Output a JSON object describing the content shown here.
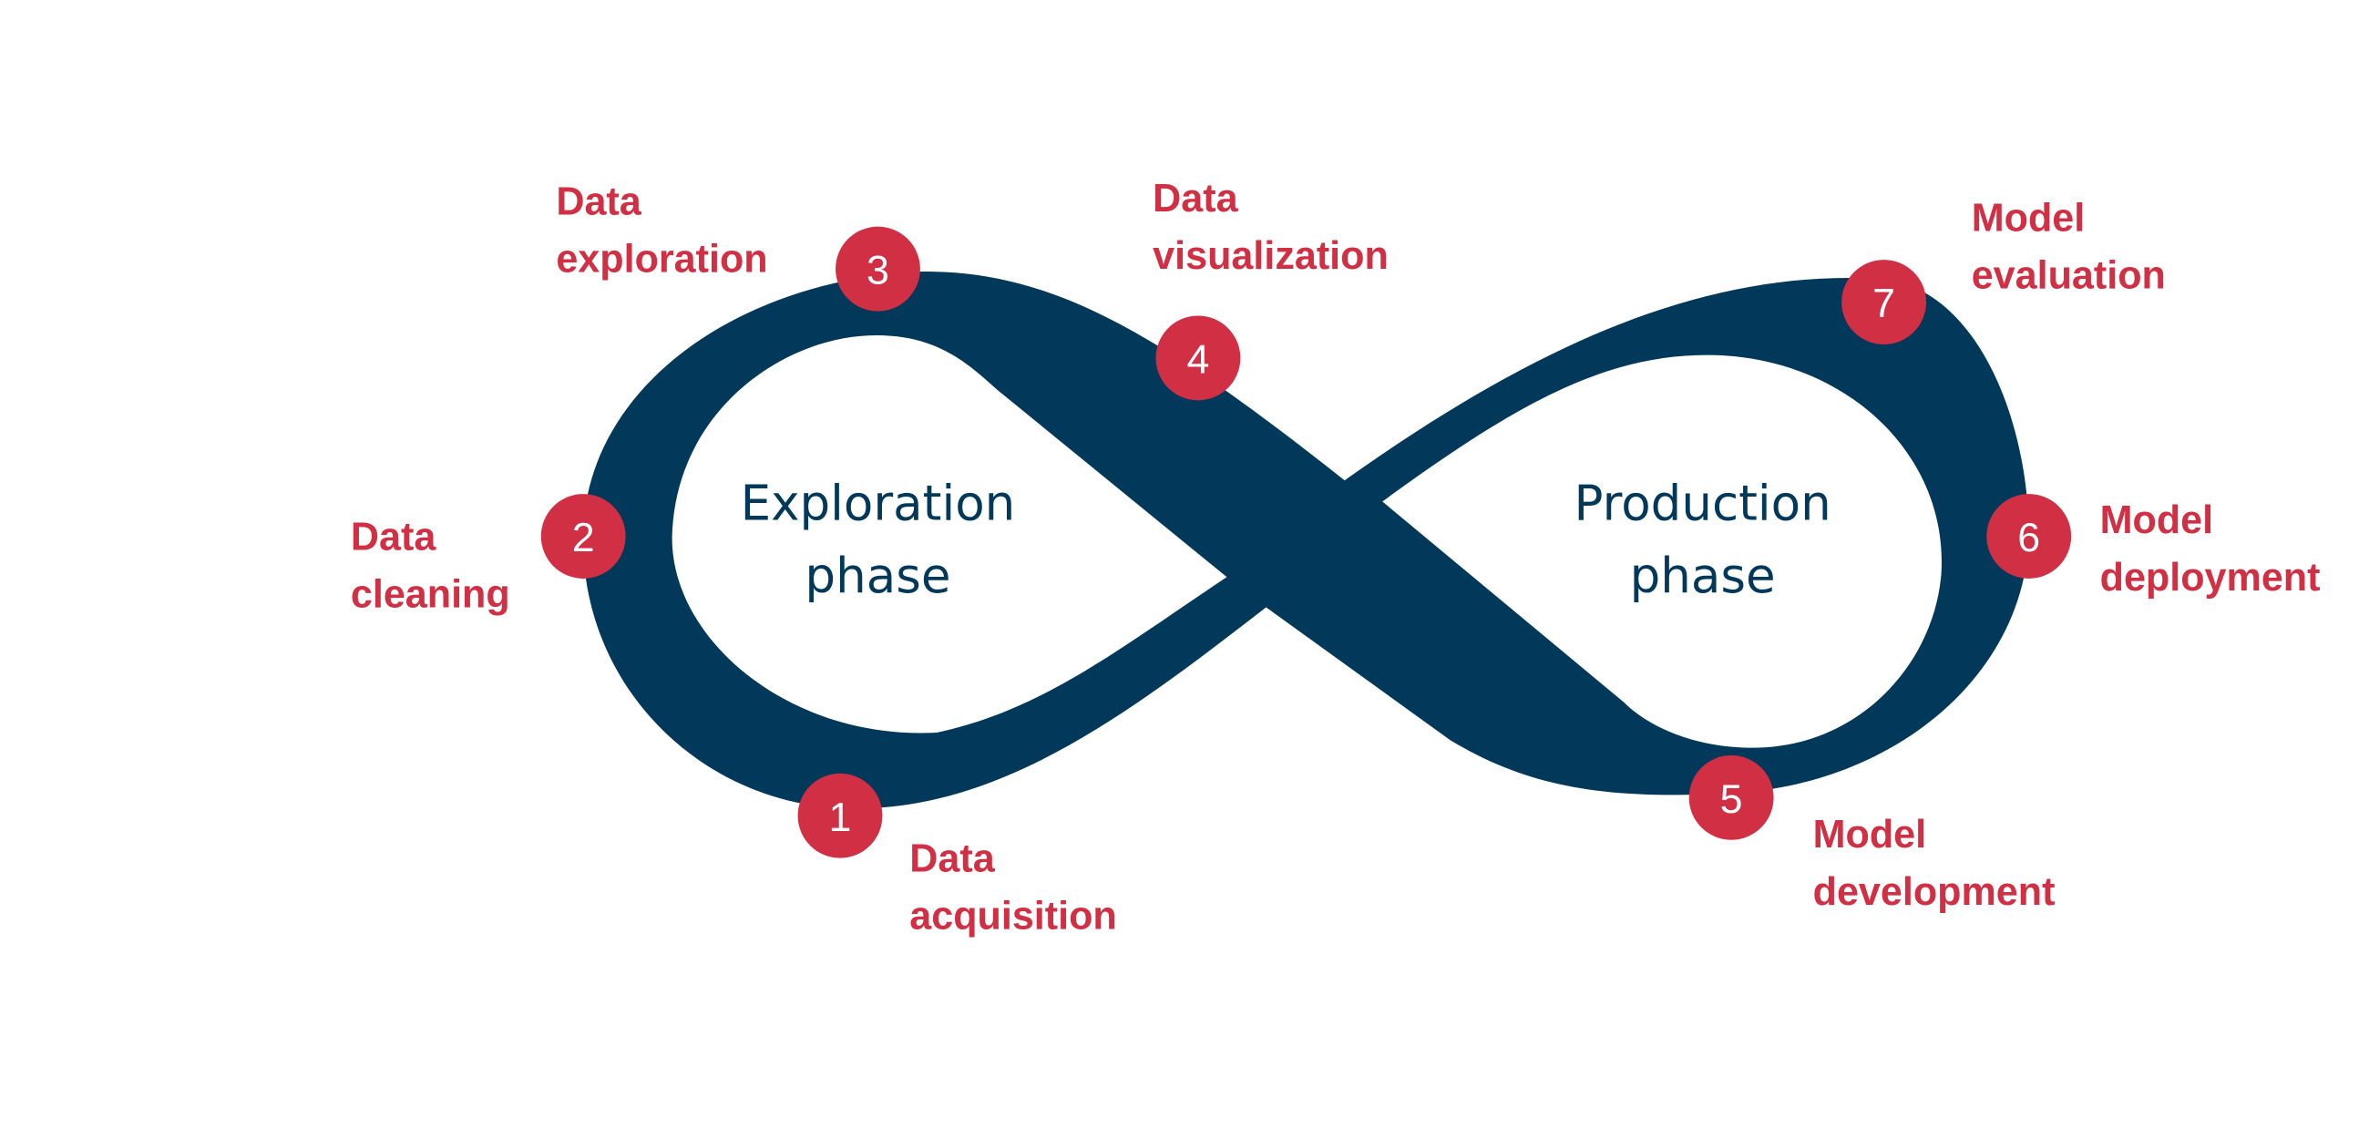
{
  "colors": {
    "band": "#02395a",
    "accent": "#d12f43",
    "background": "#ffffff"
  },
  "phases": {
    "exploration": {
      "line1": "Exploration",
      "line2": "phase"
    },
    "production": {
      "line1": "Production",
      "line2": "phase"
    }
  },
  "steps": [
    {
      "number": "1",
      "line1": "Data",
      "line2": "acquisition"
    },
    {
      "number": "2",
      "line1": "Data",
      "line2": "cleaning"
    },
    {
      "number": "3",
      "line1": "Data",
      "line2": "exploration"
    },
    {
      "number": "4",
      "line1": "Data",
      "line2": "visualization"
    },
    {
      "number": "5",
      "line1": "Model",
      "line2": "development"
    },
    {
      "number": "6",
      "line1": "Model",
      "line2": "deployment"
    },
    {
      "number": "7",
      "line1": "Model",
      "line2": "evaluation"
    }
  ]
}
